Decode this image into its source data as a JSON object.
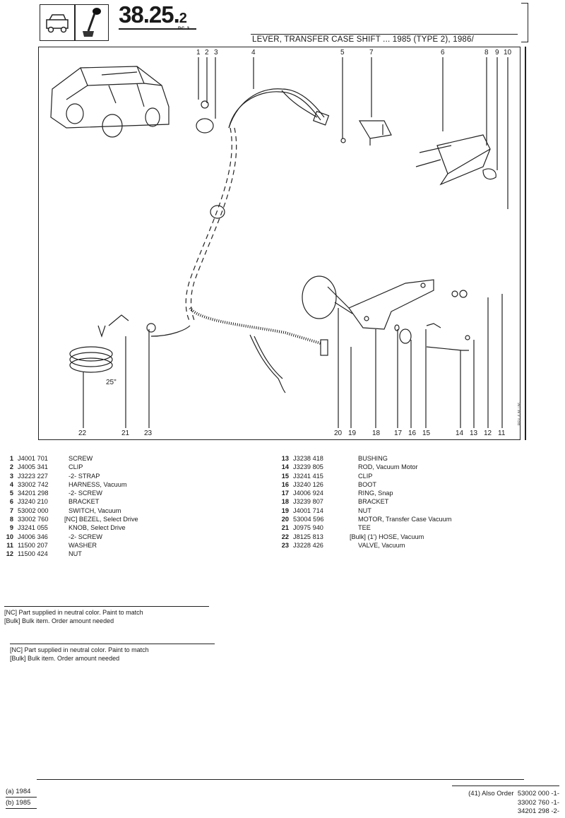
{
  "header": {
    "page_number": "38.25.",
    "page_sub": "2",
    "pc_label": "P.C. 3",
    "title": "LEVER, TRANSFER CASE SHIFT ... 1985 (TYPE 2), 1986/"
  },
  "diagram": {
    "dimension_label": "25\"",
    "side_note": "REV. 6.86 / 86 ",
    "callouts_top": [
      "1",
      "2",
      "3",
      "4",
      "5",
      "7",
      "6",
      "8",
      "9",
      "10"
    ],
    "callouts_bottom": [
      "22",
      "21",
      "23",
      "20",
      "19",
      "18",
      "17",
      "16",
      "15",
      "14",
      "13",
      "12",
      "11"
    ]
  },
  "parts_left": [
    {
      "no": "1",
      "part": "J4001 701",
      "desc": "SCREW"
    },
    {
      "no": "2",
      "part": "J4005 341",
      "desc": "CLIP"
    },
    {
      "no": "3",
      "part": "J3223 227",
      "desc": "-2- STRAP"
    },
    {
      "no": "4",
      "part": "33002 742",
      "desc": "HARNESS, Vacuum"
    },
    {
      "no": "5",
      "part": "34201 298",
      "desc": "-2- SCREW"
    },
    {
      "no": "6",
      "part": "J3240 210",
      "desc": "BRACKET"
    },
    {
      "no": "7",
      "part": "53002 000",
      "desc": "SWITCH, Vacuum"
    },
    {
      "no": "8",
      "part": "33002 760",
      "desc": "[NC]  BEZEL, Select Drive"
    },
    {
      "no": "9",
      "part": "J3241 055",
      "desc": "KNOB, Select Drive"
    },
    {
      "no": "10",
      "part": "J4006 346",
      "desc": "-2- SCREW"
    },
    {
      "no": "11",
      "part": "11500 207",
      "desc": "WASHER"
    },
    {
      "no": "12",
      "part": "11500 424",
      "desc": "NUT"
    }
  ],
  "parts_right": [
    {
      "no": "13",
      "part": "J3238 418",
      "desc": "BUSHING"
    },
    {
      "no": "14",
      "part": "J3239 805",
      "desc": "ROD, Vacuum Motor"
    },
    {
      "no": "15",
      "part": "J3241 415",
      "desc": "CLIP"
    },
    {
      "no": "16",
      "part": "J3240 126",
      "desc": "BOOT"
    },
    {
      "no": "17",
      "part": "J4006 924",
      "desc": "RING, Snap"
    },
    {
      "no": "18",
      "part": "J3239 807",
      "desc": "BRACKET"
    },
    {
      "no": "19",
      "part": "J4001 714",
      "desc": "NUT"
    },
    {
      "no": "20",
      "part": "53004 596",
      "desc": "MOTOR, Transfer Case Vacuum"
    },
    {
      "no": "21",
      "part": "J0975 940",
      "desc": "TEE"
    },
    {
      "no": "22",
      "part": "J8125 813",
      "desc": "[Bulk] (1')  HOSE, Vacuum"
    },
    {
      "no": "23",
      "part": "J3228 426",
      "desc": "VALVE, Vacuum"
    }
  ],
  "notes": {
    "nc": "[NC] Part supplied in neutral color. Paint to match",
    "bulk": "[Bulk] Bulk item.  Order amount needed"
  },
  "footer": {
    "year_a": "(a) 1984",
    "year_b": "(b) 1985",
    "also_order_label": "(41) Also Order",
    "also_order": [
      "53002 000 -1-",
      "33002 760 -1-",
      "34201 298 -2-"
    ]
  }
}
